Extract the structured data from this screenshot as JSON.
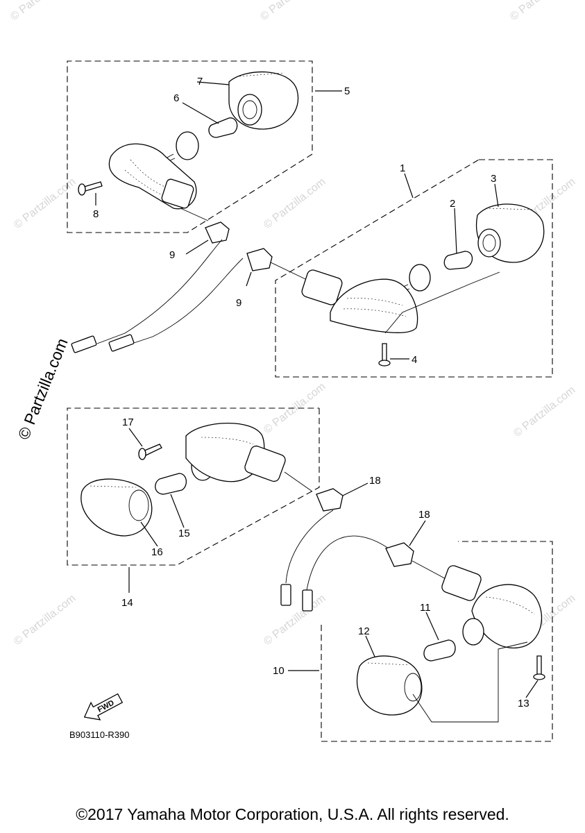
{
  "diagram": {
    "diagram_code": "B903110-R390",
    "fwd_label": "FWD",
    "copyright": "©2017 Yamaha Motor Corporation, U.S.A. All rights reserved.",
    "watermark": "© Partzilla.com",
    "callouts": [
      "1",
      "2",
      "3",
      "4",
      "5",
      "6",
      "7",
      "8",
      "9",
      "9",
      "10",
      "11",
      "12",
      "13",
      "14",
      "15",
      "16",
      "17",
      "18",
      "18"
    ]
  }
}
